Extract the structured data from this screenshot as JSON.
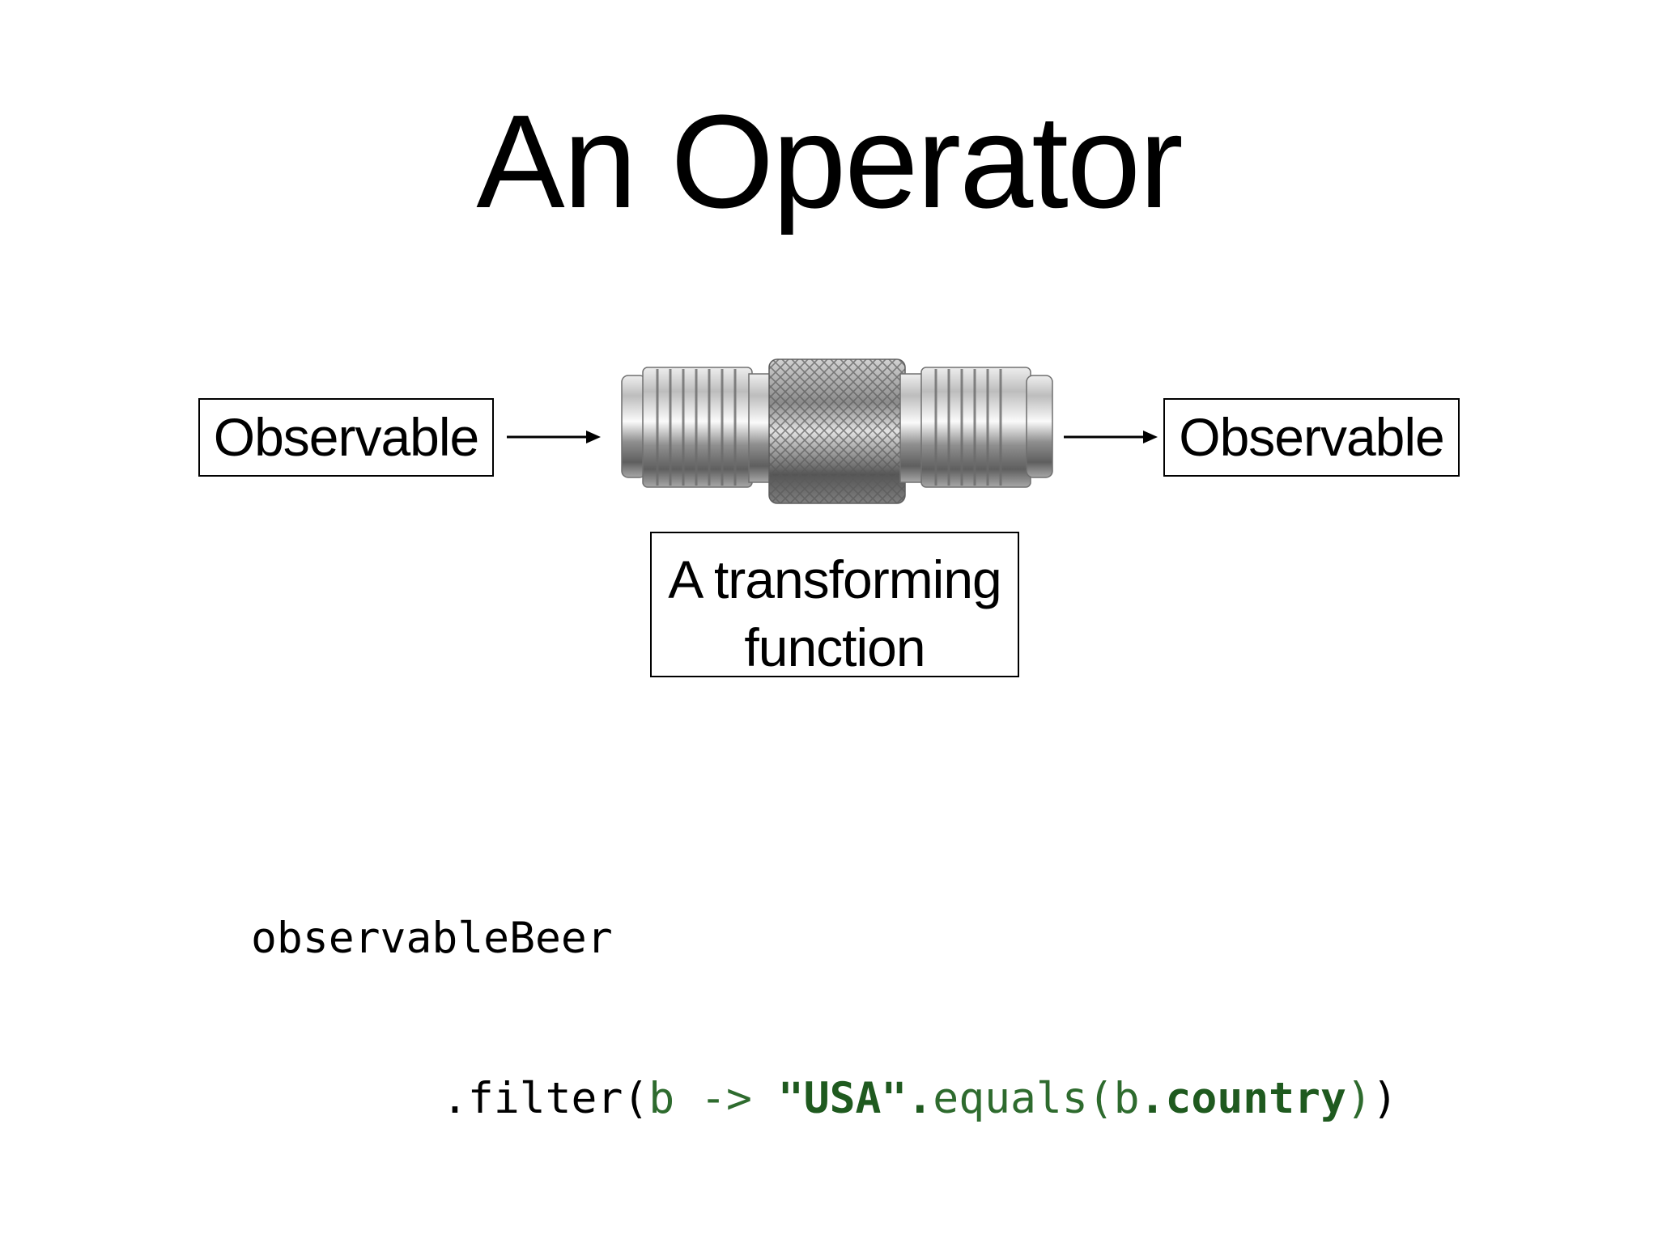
{
  "slide": {
    "title": "An Operator"
  },
  "diagram": {
    "input_label": "Observable",
    "output_label": "Observable",
    "transform_label_line1": "A transforming",
    "transform_label_line2": "function",
    "image_subject": "metal-coaxial-adapter-icon"
  },
  "code": {
    "line1": "observableBeer",
    "line2_dot_filter": ".filter(",
    "line2_param": "b -> ",
    "line2_string": "\"USA\"",
    "line2_dot": ".",
    "line2_equals": "equals(b",
    "line2_field_dot": ".",
    "line2_field": "country",
    "line2_close_inner": ")",
    "line2_close_outer": ")"
  },
  "colors": {
    "code_green": "#2e6b2e",
    "code_green_bold": "#1f5a1f"
  }
}
